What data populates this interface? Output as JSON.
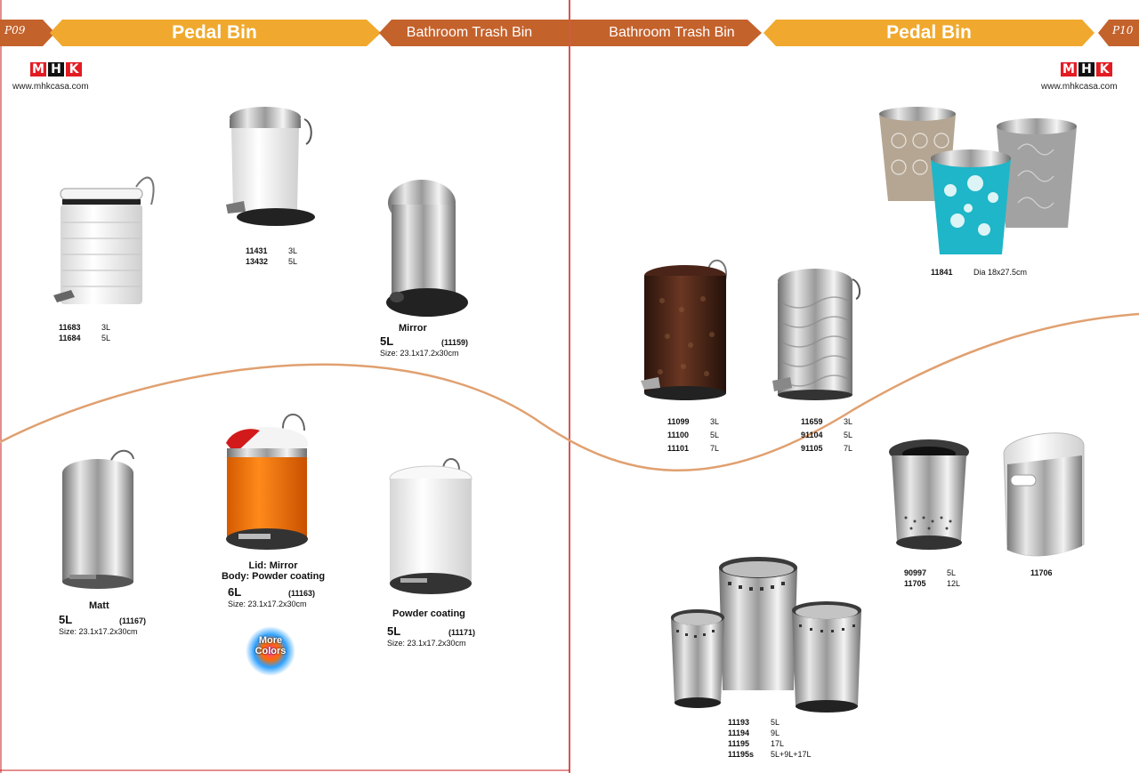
{
  "left_page": {
    "page_number": "P09",
    "banner_main": "Pedal Bin",
    "banner_side": "Bathroom Trash Bin",
    "logo": [
      "M",
      "H",
      "K"
    ],
    "website": "www.mhkcasa.com",
    "products": {
      "white_ribbed": {
        "lines": [
          [
            "11683",
            "3L"
          ],
          [
            "11684",
            "5L"
          ]
        ]
      },
      "white_steel_lid": {
        "lines": [
          [
            "11431",
            "3L"
          ],
          [
            "13432",
            "5L"
          ]
        ]
      },
      "mirror": {
        "title": "Mirror",
        "volume": "5L",
        "code": "(11159)",
        "size": "Size: 23.1x17.2x30cm"
      },
      "matt": {
        "title": "Matt",
        "volume": "5L",
        "code": "(11167)",
        "size": "Size: 23.1x17.2x30cm"
      },
      "orange": {
        "title_line1": "Lid: Mirror",
        "title_line2": "Body: Powder coating",
        "volume": "6L",
        "code": "(11163)",
        "size": "Size: 23.1x17.2x30cm",
        "more_colors": "More Colors"
      },
      "powder": {
        "title": "Powder coating",
        "volume": "5L",
        "code": "(11171)",
        "size": "Size: 23.1x17.2x30cm"
      }
    }
  },
  "right_page": {
    "page_number": "P10",
    "banner_main": "Pedal Bin",
    "banner_side": "Bathroom Trash Bin",
    "logo": [
      "M",
      "H",
      "K"
    ],
    "website": "www.mhkcasa.com",
    "products": {
      "printed_buckets": {
        "lines": [
          [
            "11841",
            "Dia 18x27.5cm"
          ]
        ]
      },
      "copper_embossed": {
        "lines": [
          [
            "11099",
            "3L"
          ],
          [
            "11100",
            "5L"
          ],
          [
            "11101",
            "7L"
          ]
        ]
      },
      "wave_steel": {
        "lines": [
          [
            "11659",
            "3L"
          ],
          [
            "91104",
            "5L"
          ],
          [
            "91105",
            "7L"
          ]
        ]
      },
      "open_black_rim": {
        "lines": [
          [
            "90997",
            "5L"
          ],
          [
            "11705",
            "12L"
          ]
        ]
      },
      "white_oval": {
        "lines": [
          [
            "11706",
            ""
          ]
        ]
      },
      "perforated_set": {
        "lines": [
          [
            "11193",
            "5L"
          ],
          [
            "11194",
            "9L"
          ],
          [
            "11195",
            "17L"
          ],
          [
            "11195s",
            "5L+9L+17L"
          ]
        ]
      }
    }
  },
  "colors": {
    "banner_gold": "#f0a92e",
    "banner_rust": "#c4622c",
    "divider_red": "#c81e1e",
    "curve": "#e0a070"
  }
}
